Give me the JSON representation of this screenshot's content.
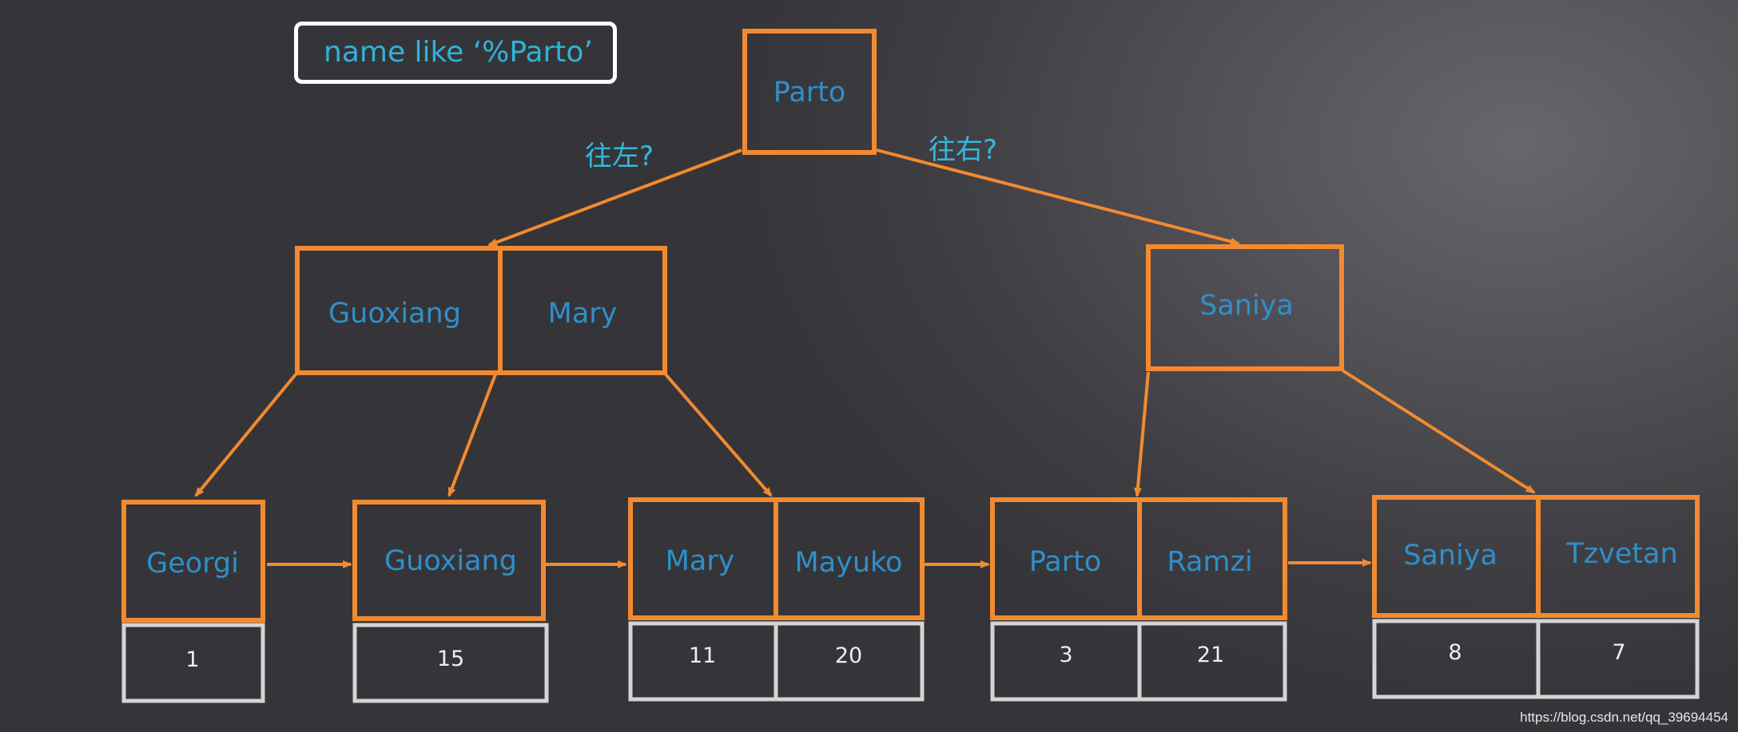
{
  "query": "name like ‘%Parto’",
  "branch_labels": {
    "left": "往左?",
    "right": "往右?"
  },
  "tree": {
    "root": {
      "keys": [
        "Parto"
      ]
    },
    "internal": [
      {
        "keys": [
          "Guoxiang",
          "Mary"
        ]
      },
      {
        "keys": [
          "Saniya"
        ]
      }
    ],
    "leaves": [
      {
        "cells": [
          {
            "key": "Georgi",
            "id": "1"
          }
        ]
      },
      {
        "cells": [
          {
            "key": "Guoxiang",
            "id": "15"
          }
        ]
      },
      {
        "cells": [
          {
            "key": "Mary",
            "id": "11"
          },
          {
            "key": "Mayuko",
            "id": "20"
          }
        ]
      },
      {
        "cells": [
          {
            "key": "Parto",
            "id": "3"
          },
          {
            "key": "Ramzi",
            "id": "21"
          }
        ]
      },
      {
        "cells": [
          {
            "key": "Saniya",
            "id": "8"
          },
          {
            "key": "Tzvetan",
            "id": "7"
          }
        ]
      }
    ]
  },
  "colors": {
    "node_border": "#f28a30",
    "row_border": "#d4d4d4",
    "key_text": "#2f8fc9",
    "query_text": "#2fb3d9"
  },
  "watermark": "https://blog.csdn.net/qq_39694454"
}
